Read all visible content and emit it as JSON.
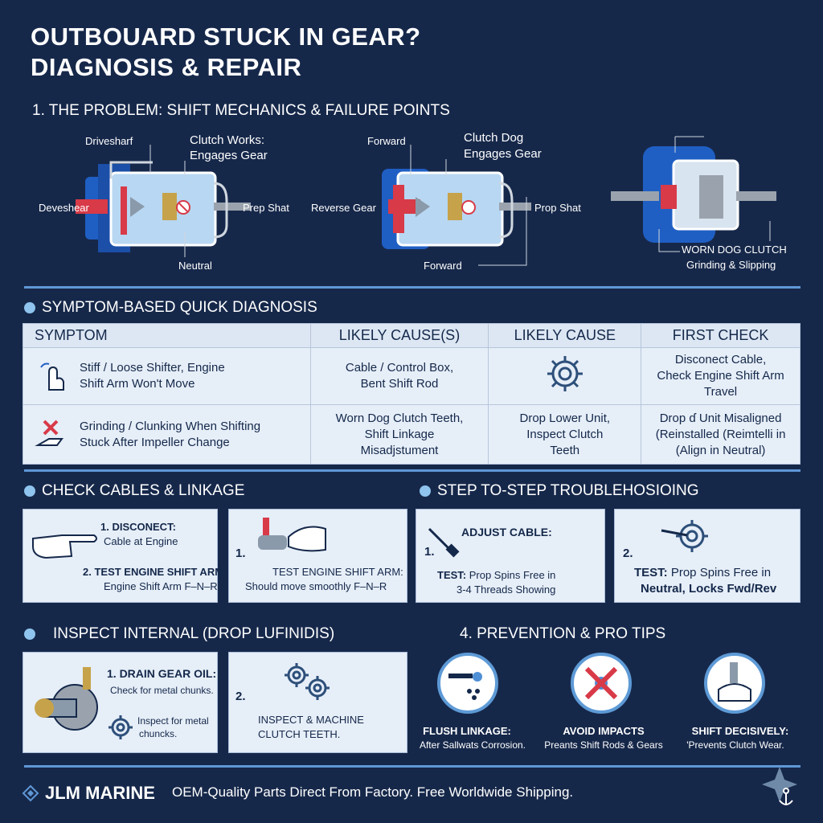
{
  "header": {
    "title_line1": "OUTBOUARD STUCK IN GEAR?",
    "title_line2": "DIAGNOSIS & REPAIR",
    "section1": "1. THE PROBLEM: SHIFT MECHANICS & FAILURE POINTS"
  },
  "diagram1": {
    "driveshaft": "Drivesharf",
    "clutch_line1": "Clutch Works:",
    "clutch_line2": "Engages Gear",
    "left": "Deveshear",
    "prop": "Prep Shat",
    "bottom": "Neutral"
  },
  "diagram2": {
    "top": "Forward",
    "clutch_line1": "Clutch Dog",
    "clutch_line2": "Engages Gear",
    "left": "Reverse Gear",
    "prop": "Prop Shat",
    "bottom": "Forward"
  },
  "diagram3": {
    "line1": "WORN DOG CLUTCH",
    "line2": "Grinding & Slipping"
  },
  "symptoms": {
    "heading": "SYMPTOM-BASED QUICK DIAGNOSIS",
    "columns": [
      "SYMPTOM",
      "LIKELY CAUSE(S)",
      "LIKELY CAUSE",
      "FIRST CHECK"
    ],
    "rows": [
      {
        "symptom_line1": "Stiff / Loose Shifter, Engine",
        "symptom_line2": "Shift Arm Won't Move",
        "cause_line1": "Cable / Control Box,",
        "cause_line2": "Bent Shift Rod",
        "cause2_line1": "",
        "cause2_line2": "",
        "cause2_line3": "",
        "check_line1": "Disconect Cable,",
        "check_line2": "Check Engine Shift Arm",
        "check_line3": "Travel"
      },
      {
        "symptom_line1": "Grinding / Clunking When Shifting",
        "symptom_line2": "Stuck After Impeller Change",
        "cause_line1": "Worn Dog Clutch Teeth,",
        "cause_line2": "Shift Linkage",
        "cause_line3": "Misadjstument",
        "cause2_line1": "Drop Lower Unit,",
        "cause2_line2": "Inspect Clutch",
        "cause2_line3": "Teeth",
        "check_line1": "Drop ɗ Unit Misaligned",
        "check_line2": "(Reinstalled (Reimtelli in",
        "check_line3": "(Align in Neutral)"
      }
    ]
  },
  "cables": {
    "heading": "CHECK CABLES & LINKAGE",
    "card1_t1": "1. DISCONECT:",
    "card1_s1": "Cable at Engine",
    "card1_t2": "2. TEST ENGINE SHIFT ARM:",
    "card1_s2": "Engine Shift Arm F–N–R",
    "card2_num": "1.",
    "card2_t": "TEST ENGINE SHIFT ARM:",
    "card2_s": "Should move smoothly F–N–R"
  },
  "steps": {
    "heading": "STEP TO-STEP TROUBLEHOSIOING",
    "card1_title": "ADJUST CABLE:",
    "card1_num": "1.",
    "card1_test_b": "TEST:",
    "card1_test": " Prop Spins Free in",
    "card1_test2": "3-4 Threads Showing",
    "card2_num": "2.",
    "card2_test_b": "TEST:",
    "card2_test": " Prop Spins Free in",
    "card2_test2": "Neutral, Locks Fwd/Rev"
  },
  "inspect": {
    "heading": "INSPECT INTERNAL (DROP LUFINIDIS)",
    "card1_t": "1. DRAIN GEAR OIL:",
    "card1_s": "Check for metal chunks.",
    "card1_s2a": "Inspect for metal",
    "card1_s2b": "chuncks.",
    "card2_num": "2.",
    "card2_t1": "INSPECT & MACHINE",
    "card2_t2": "CLUTCH TEETH."
  },
  "tips": {
    "heading": "4. PREVENTION & PRO TIPS",
    "items": [
      {
        "title": "FLUSH LINKAGE:",
        "sub": "After Sallwats Corrosion."
      },
      {
        "title": "AVOID IMPACTS",
        "sub": "Preants Shift Rods & Gears"
      },
      {
        "title": "SHIFT DECISIVELY:",
        "sub": "'Prevents Clutch Wear."
      }
    ]
  },
  "footer": {
    "brand": "JLM MARINE",
    "tagline": "OEM-Quality Parts Direct From Factory. Free Worldwide Shipping."
  },
  "colors": {
    "background": "#16284a",
    "accent": "#5f97d6",
    "housing_blue": "#1f5fc4",
    "gear_red": "#d83a48",
    "card": "#e6eef8"
  }
}
